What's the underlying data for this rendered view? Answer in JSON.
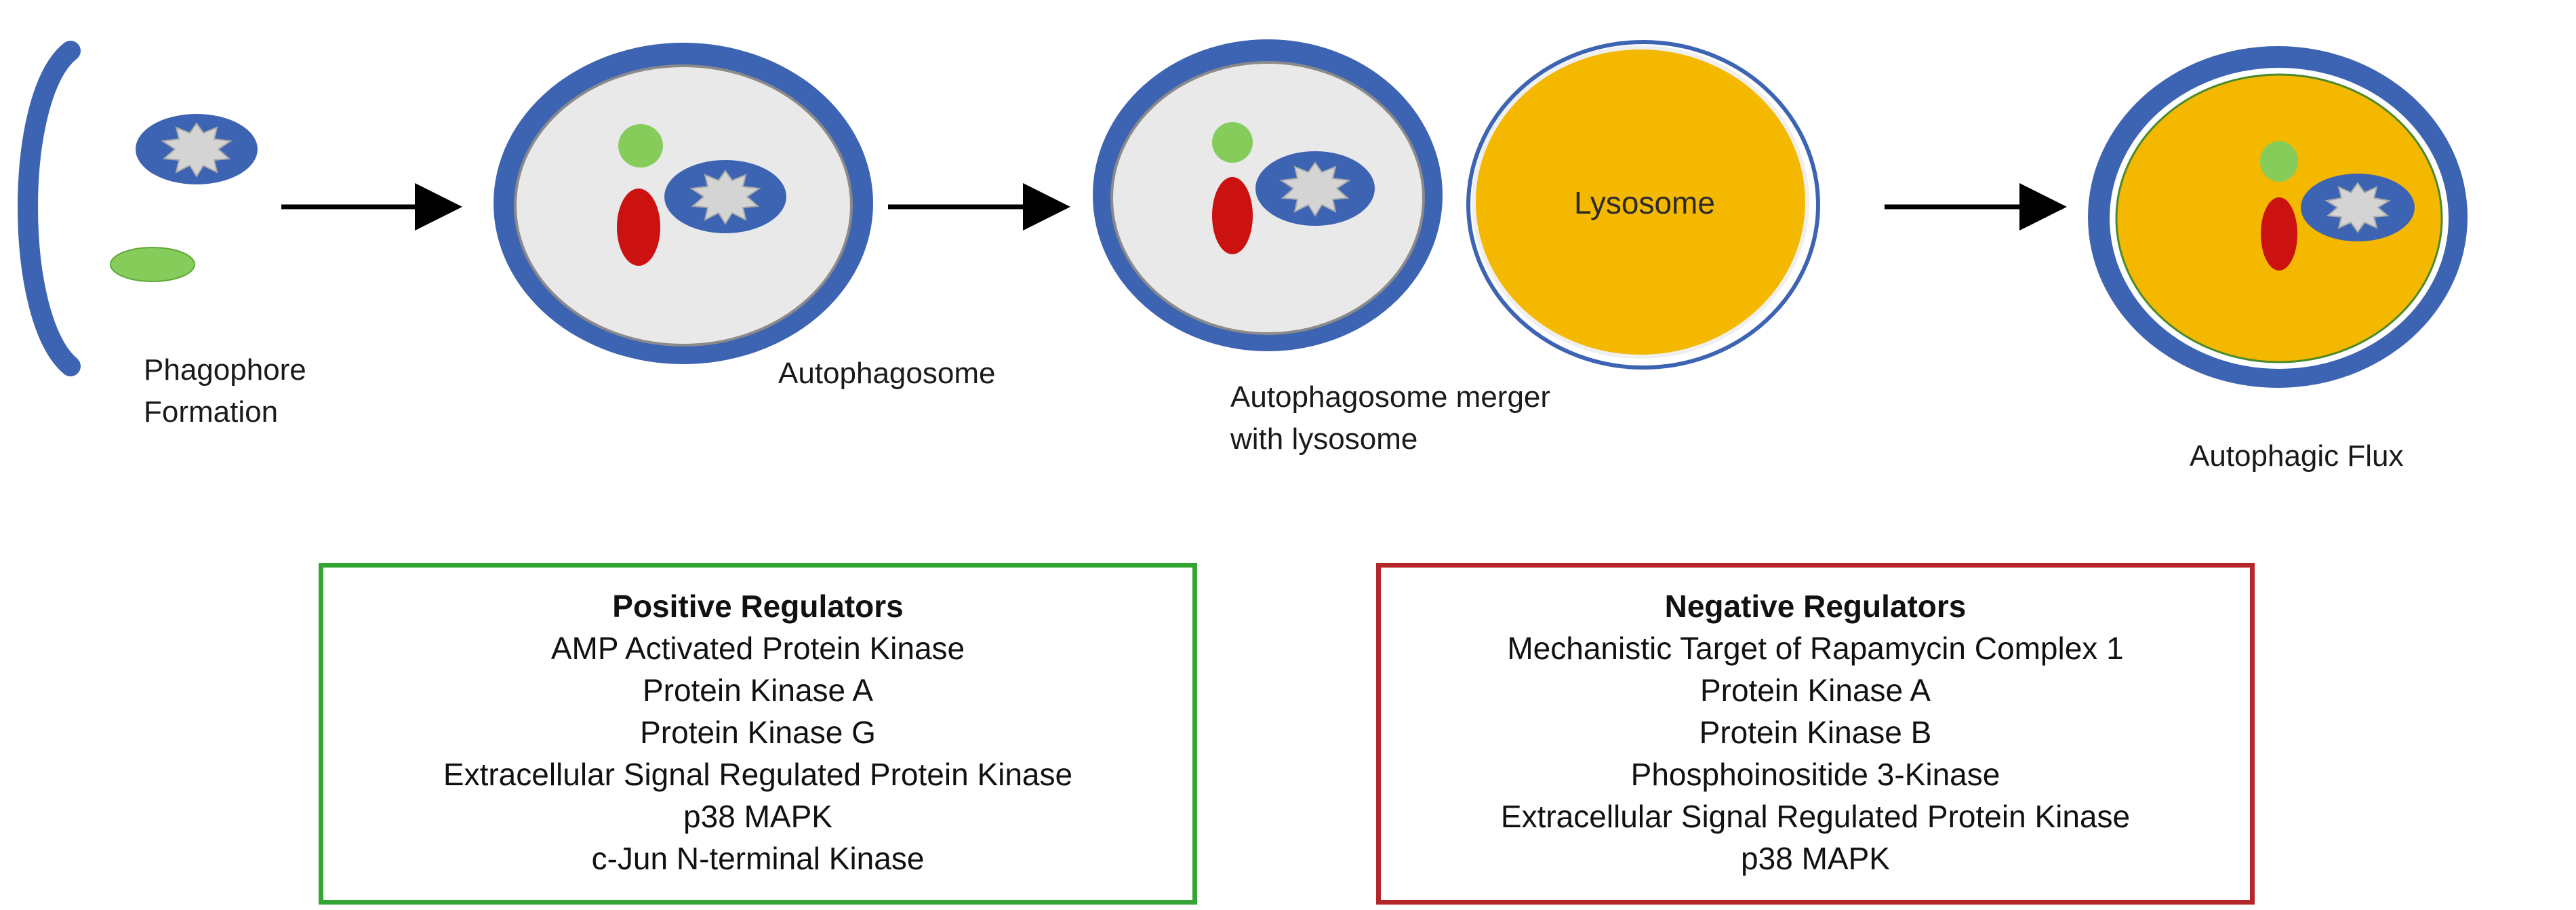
{
  "colors": {
    "membrane_blue": "#3d63b3",
    "cargo_gray": "#d4d4d4",
    "protein_green": "#86cc5a",
    "protein_red": "#cc1111",
    "lysosome_yellow": "#f5b800",
    "cytoplasm_gray": "#e9e9e9",
    "positive_border": "#34a534",
    "negative_border": "#b5262a"
  },
  "stages": [
    {
      "label_line1": "Phagophore",
      "label_line2": "Formation"
    },
    {
      "label_line1": "Autophagosome"
    },
    {
      "label_line1": "Autophagosome merger",
      "label_line2": "with lysosome"
    },
    {
      "label_line1": "Autophagic Flux"
    }
  ],
  "lysosome_label": "Lysosome",
  "positive": {
    "title": "Positive Regulators",
    "items": [
      "AMP Activated Protein Kinase",
      "Protein Kinase A",
      "Protein Kinase G",
      "Extracellular Signal Regulated Protein Kinase",
      "p38 MAPK",
      "c-Jun N-terminal Kinase"
    ]
  },
  "negative": {
    "title": "Negative Regulators",
    "items": [
      "Mechanistic Target of Rapamycin Complex 1",
      "Protein Kinase A",
      "Protein Kinase B",
      "Phosphoinositide 3-Kinase",
      "Extracellular Signal Regulated Protein Kinase",
      "p38 MAPK"
    ]
  }
}
